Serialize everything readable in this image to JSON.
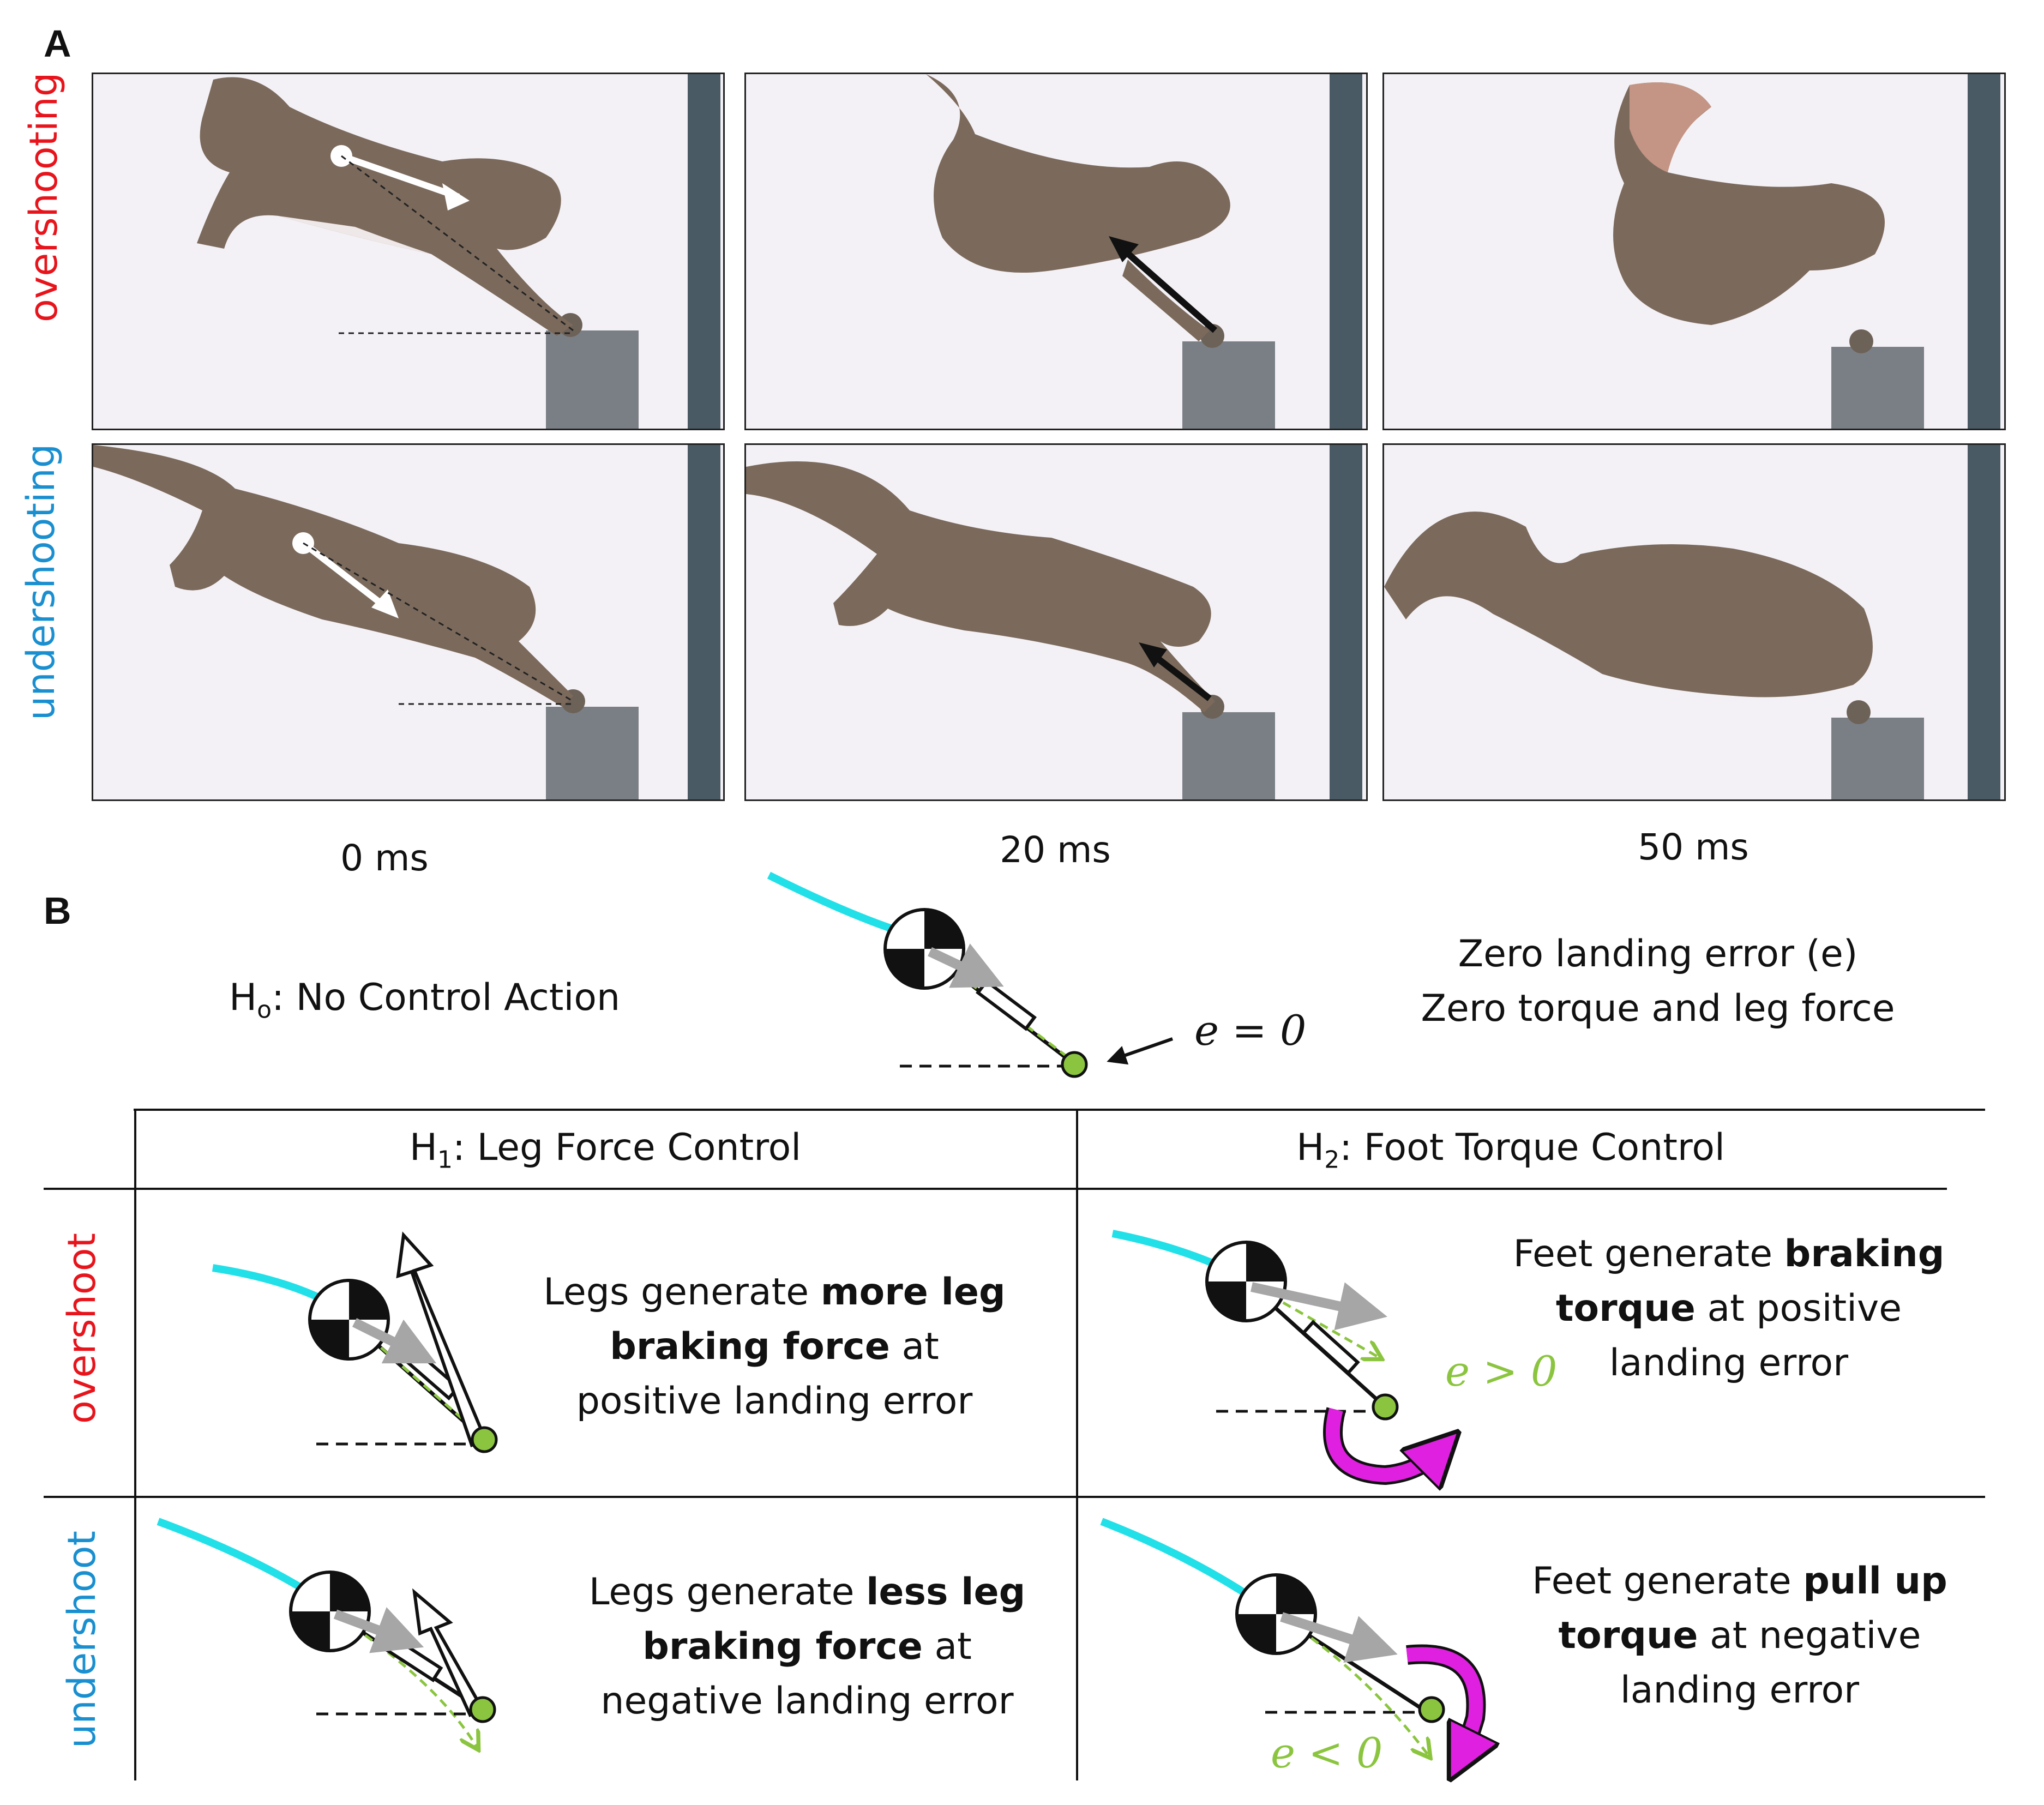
{
  "panel_a": {
    "letter": "A",
    "row_labels": {
      "overshooting": "overshooting",
      "undershooting": "undershooting"
    },
    "times": [
      "0 ms",
      "20 ms",
      "50 ms"
    ]
  },
  "panel_b": {
    "letter": "B",
    "h0": {
      "label_prefix": "H",
      "label_sub": "o",
      "label_rest": ": No Control Action",
      "error_eq": "e = 0",
      "desc_line1": "Zero landing error (e)",
      "desc_line2": "Zero torque and leg force"
    },
    "columns": {
      "h1": {
        "prefix": "H",
        "sub": "1",
        "rest": ": Leg Force Control"
      },
      "h2": {
        "prefix": "H",
        "sub": "2",
        "rest": ": Foot Torque Control"
      }
    },
    "rows": {
      "overshoot": "overshoot",
      "undershoot": "undershoot"
    },
    "cells": {
      "h1_over": {
        "l1a": "Legs generate ",
        "l1b": "more leg",
        "l2a": "braking force",
        "l2b": " at",
        "l3": "positive landing error"
      },
      "h2_over": {
        "l1a": "Feet generate ",
        "l1b": "braking",
        "l2a": "torque",
        "l2b": " at positive",
        "l3": "landing error",
        "error_eq": "e > 0"
      },
      "h1_under": {
        "l1a": "Legs generate ",
        "l1b": "less leg",
        "l2a": "braking force",
        "l2b": " at",
        "l3": "negative landing error"
      },
      "h2_under": {
        "l1a": "Feet generate ",
        "l1b": "pull up",
        "l2a": "torque",
        "l2b": " at negative",
        "l3": "landing error",
        "error_eq": "e < 0"
      }
    },
    "colors": {
      "overshoot": "#e8141c",
      "undershoot": "#1a8fd0",
      "trajectory": "#22e0e8",
      "foot_dot": "#8bc53f",
      "torque_arrow": "#e020e0",
      "velocity_arrow": "#a6a6a6"
    }
  }
}
